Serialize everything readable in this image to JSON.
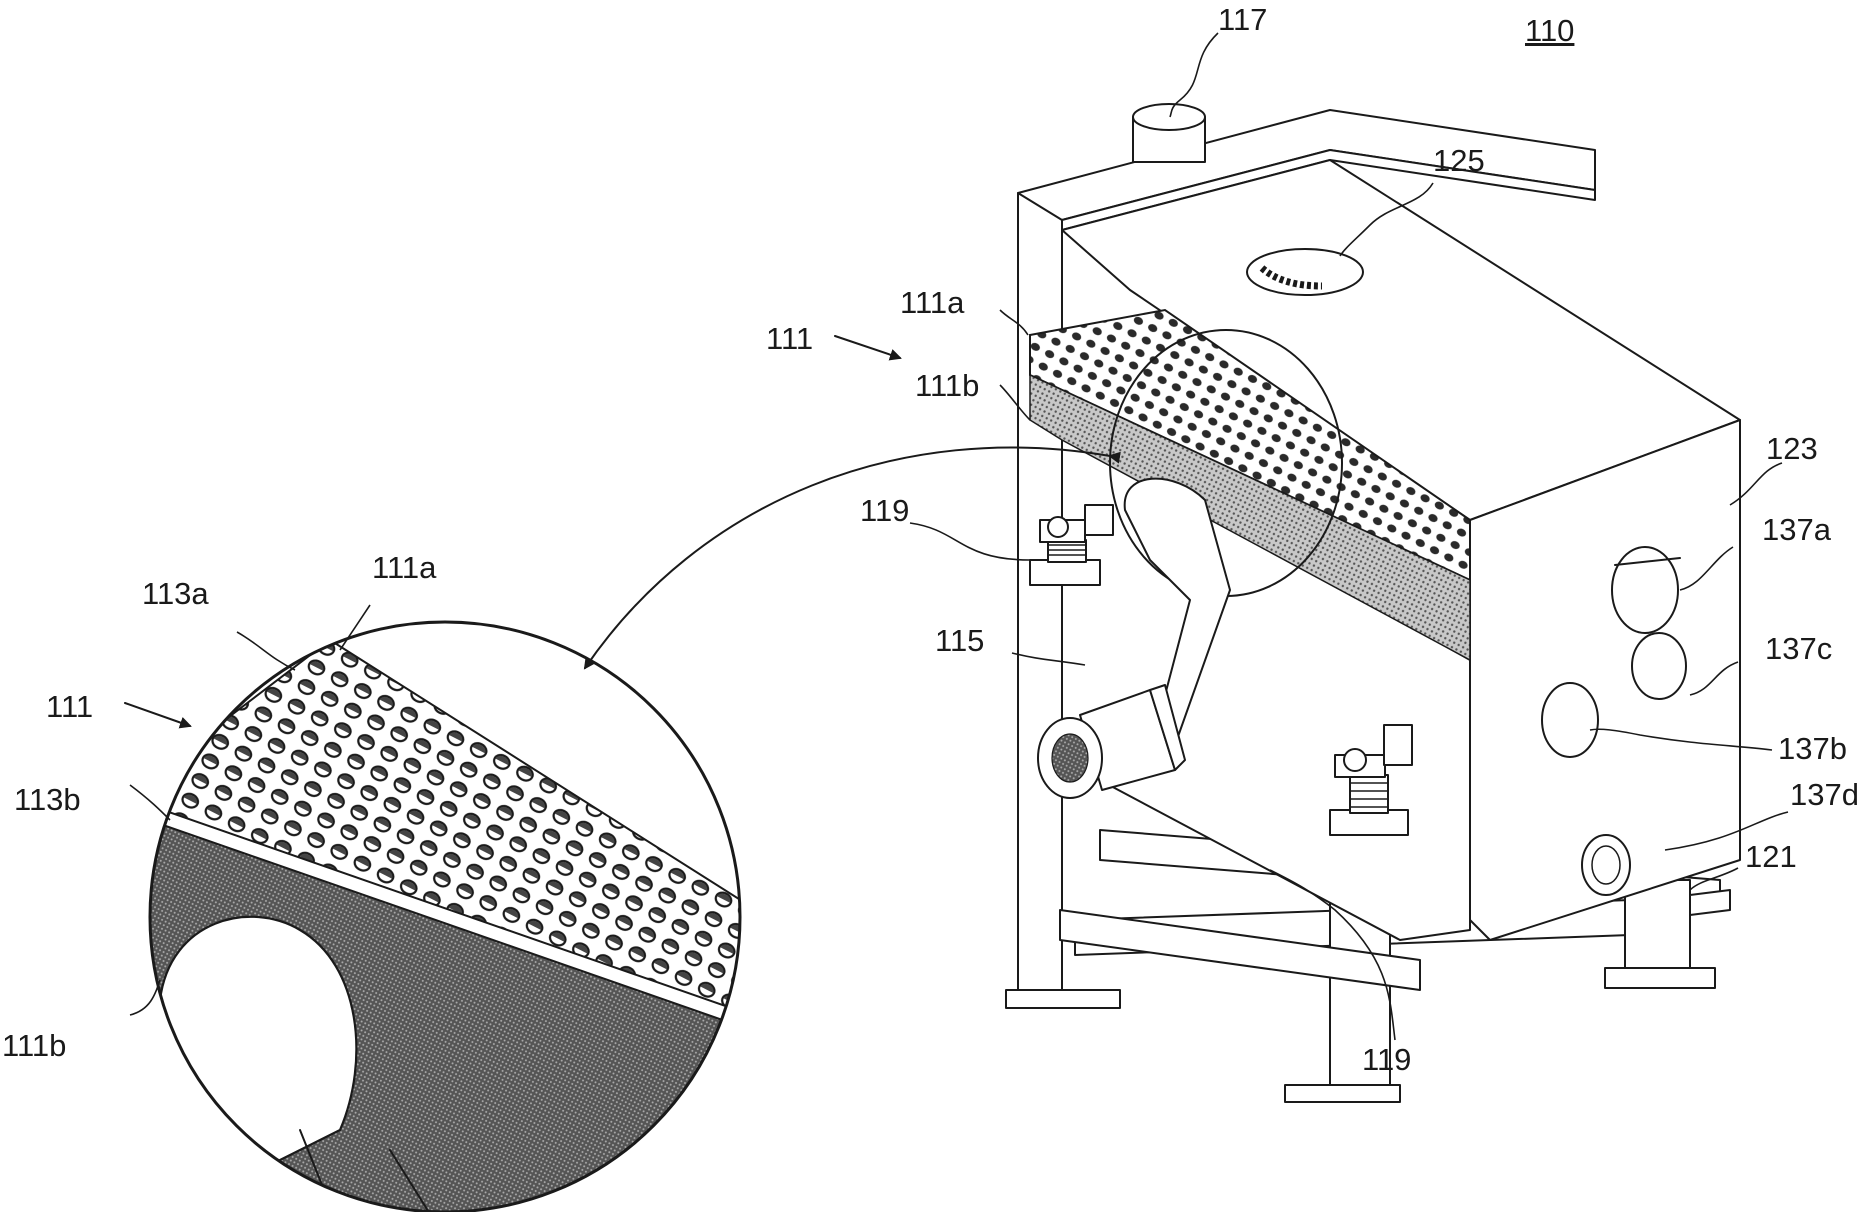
{
  "figure_label": "110",
  "labels": {
    "l117": "117",
    "l125": "125",
    "l111a_top": "111a",
    "l111_main": "111",
    "l111b_main": "111b",
    "l123": "123",
    "l119_left": "119",
    "l137a": "137a",
    "l115": "115",
    "l137c": "137c",
    "l137b": "137b",
    "l137d": "137d",
    "l121": "121",
    "l119_bottom": "119",
    "l113a": "113a",
    "l111a_detail": "111a",
    "l111_detail": "111",
    "l113b": "113b",
    "l111b_detail": "111b"
  },
  "colors": {
    "line": "#1a1a1a",
    "hatch": "#d4d4d4",
    "background": "#ffffff"
  }
}
